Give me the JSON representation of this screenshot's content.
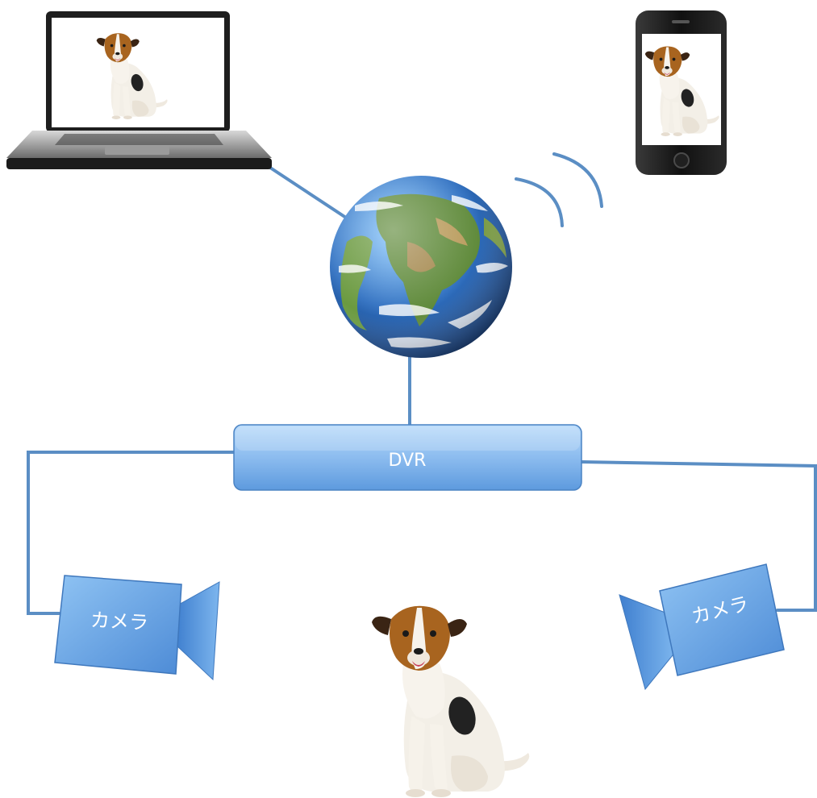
{
  "dvr": {
    "label": "DVR"
  },
  "camera_left": {
    "label": "カメラ"
  },
  "camera_right": {
    "label": "カメラ"
  },
  "colors": {
    "connector": "#5b8ec4",
    "box_light": "#a9cff5",
    "box_dark": "#5d9ade",
    "box_border": "#4a83c4",
    "label_text": "#ffffff"
  },
  "icons": {
    "laptop": "laptop-icon",
    "smartphone": "smartphone-icon",
    "globe": "globe-icon",
    "wifi_signal": "wireless-signal-icon",
    "dog": "dog-photo"
  }
}
